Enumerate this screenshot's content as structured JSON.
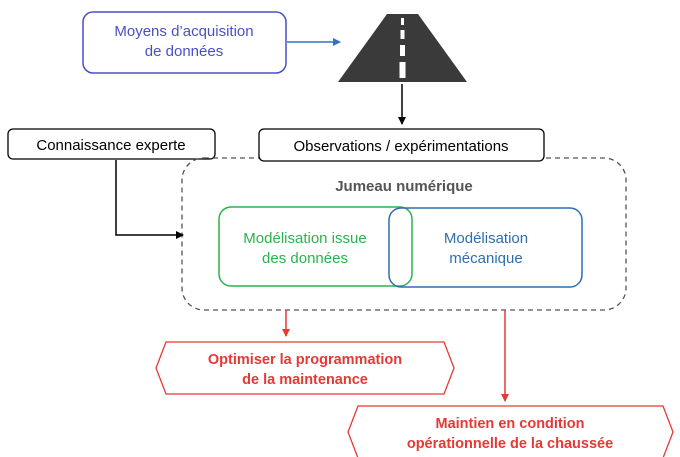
{
  "diagram": {
    "acquisition": {
      "line1": "Moyens d’acquisition",
      "line2": "de données",
      "color": "#4a4fc9"
    },
    "road_icon": "road-icon",
    "expert": {
      "label": "Connaissance experte"
    },
    "observations": {
      "label": "Observations / expérimentations"
    },
    "twin": {
      "title": "Jumeau numérique"
    },
    "data_model": {
      "line1": "Modélisation issue",
      "line2": "des données",
      "color": "#2bb34b"
    },
    "mech_model": {
      "line1": "Modélisation",
      "line2": "mécanique",
      "color": "#2e6fb0"
    },
    "optimize": {
      "line1": "Optimiser la programmation",
      "line2": "de la maintenance",
      "color": "#e53935"
    },
    "maintain": {
      "line1": "Maintien en condition",
      "line2": "opérationnelle de la chaussée",
      "color": "#e53935"
    },
    "arrow_colors": {
      "blue": "#2e75c9",
      "black": "#000000",
      "red": "#e53935"
    }
  }
}
